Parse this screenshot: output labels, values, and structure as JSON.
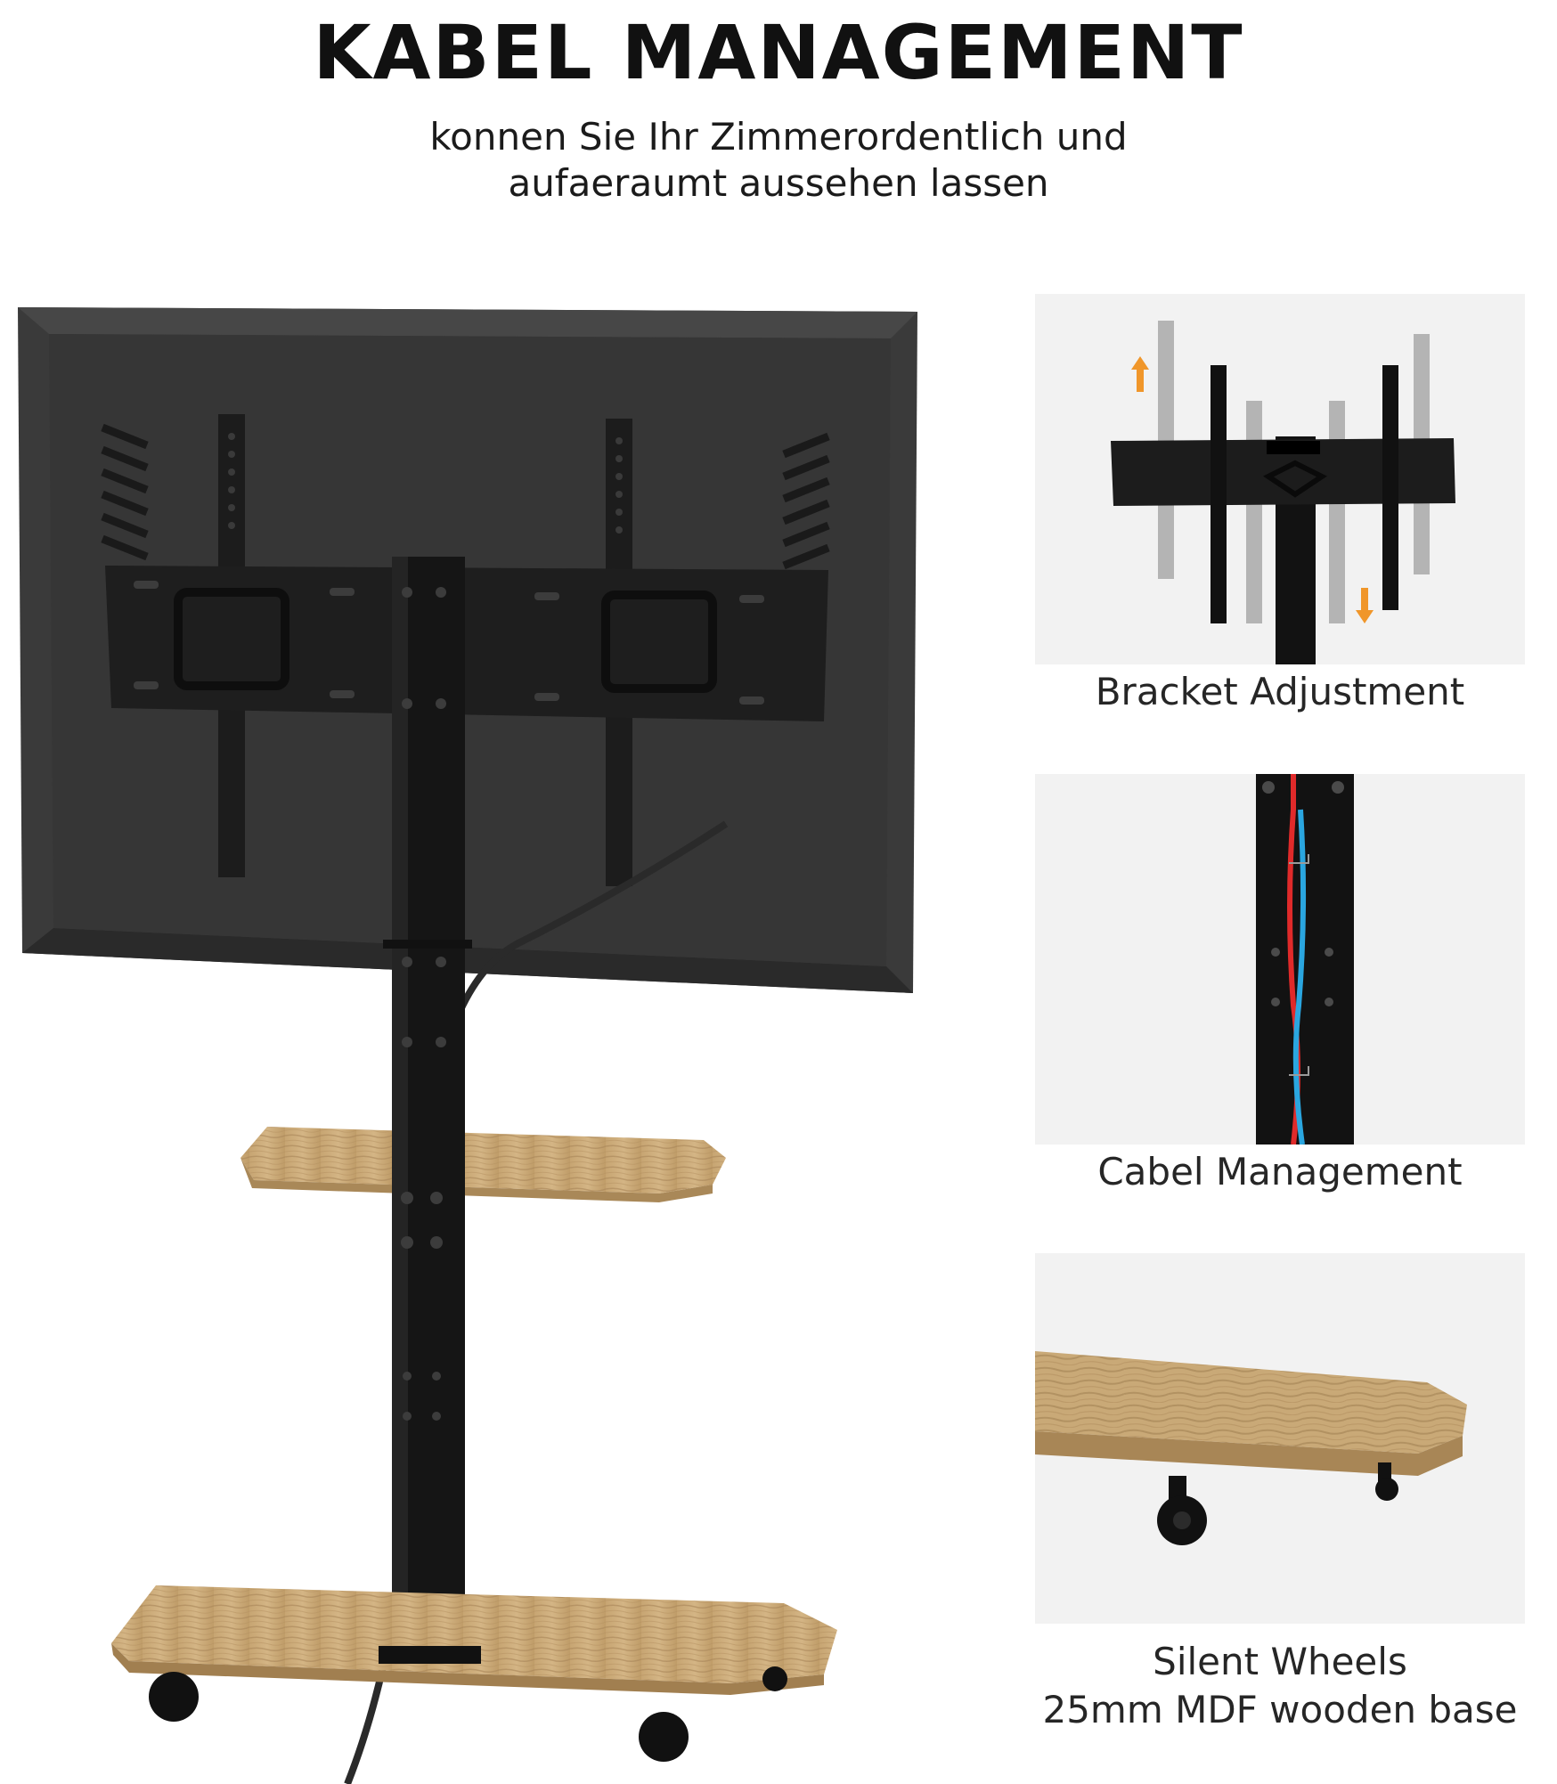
{
  "header": {
    "title": "KABEL  MANAGEMENT",
    "subtitle_line1": "konnen Sie Ihr Zimmerordentlich und",
    "subtitle_line2": "aufaeraumt aussehen lassen"
  },
  "features": [
    {
      "label": "Bracket Adjustment",
      "icon": "tv-bracket-illustration"
    },
    {
      "label": "Cabel Management",
      "icon": "cable-channel-illustration"
    },
    {
      "label_line1": "Silent Wheels",
      "label_line2": "25mm MDF wooden base",
      "icon": "wooden-base-wheel-illustration"
    }
  ],
  "colors": {
    "tv_back": "#3a3a3a",
    "metal": "#1c1c1c",
    "wood": "#c9a977",
    "panel_bg": "#f2f2f2",
    "arrow_orange": "#f0962a",
    "cable_red": "#e02a2a",
    "cable_blue": "#2aa6e0"
  }
}
